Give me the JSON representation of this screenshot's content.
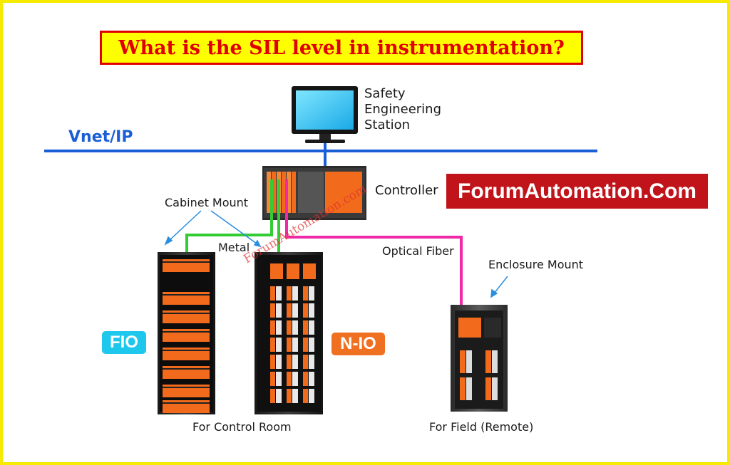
{
  "title": "What is the SIL level in instrumentation?",
  "brand": "ForumAutomation.Com",
  "watermark": "ForumAutomation.com",
  "network": {
    "label": "Vnet/IP"
  },
  "station": {
    "line1": "Safety",
    "line2": "Engineering",
    "line3": "Station"
  },
  "controller": {
    "label": "Controller"
  },
  "labels": {
    "cabinet_mount": "Cabinet Mount",
    "metal": "Metal",
    "optical_fiber": "Optical Fiber",
    "enclosure_mount": "Enclosure Mount",
    "control_room": "For Control Room",
    "field_remote": "For Field (Remote)"
  },
  "badges": {
    "fio": "FIO",
    "nio": "N-IO"
  },
  "colors": {
    "frame": "#f5ea00",
    "title_text": "#e00000",
    "title_bg": "#ffff00",
    "brand_bg": "#c0141a",
    "network_line": "#1a5fd6",
    "metal_cable": "#33cc33",
    "fiber_cable": "#ee2aa6",
    "fio_badge": "#1ec8ec",
    "nio_badge": "#f07022",
    "module_orange": "#f26a1b"
  }
}
